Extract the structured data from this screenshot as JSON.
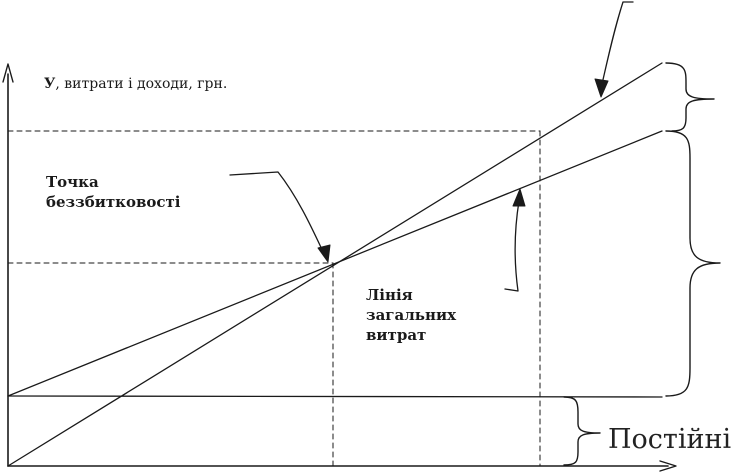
{
  "y_axis_label": {
    "symbol": "У",
    "text": ", витрати і доходи, грн."
  },
  "break_even_label": {
    "line1": "Точка",
    "line2": "беззбиткoвості"
  },
  "total_costs_label": {
    "line1": "Лінія",
    "line2": "загальних",
    "line3": "витрат"
  },
  "fixed_costs_label": "Постійні",
  "colors": {
    "ink": "#1a1a1a",
    "background": "#ffffff"
  }
}
